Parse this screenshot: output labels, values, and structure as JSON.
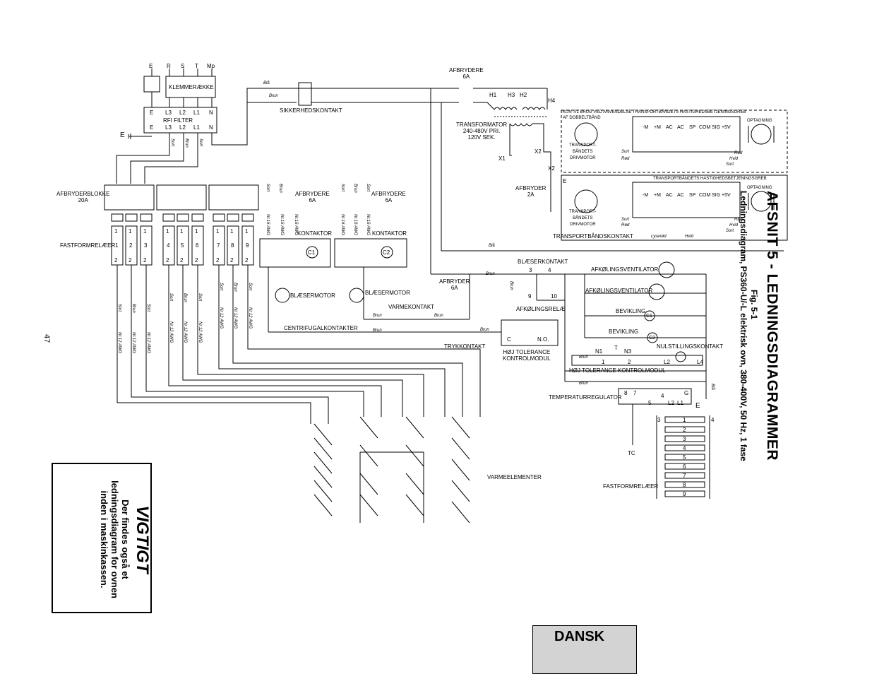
{
  "page": {
    "number": "47"
  },
  "title": {
    "heading": "AFSNIT 5 - LEDNINGSDIAGRAMMER",
    "fig": "Fig. 5-1",
    "caption": "Ledningsdiagram, PS360-U/-L elektrisk ovn, 380-400V, 50 Hz, 1 fase"
  },
  "important": {
    "heading": "VIGTIGT",
    "body": "Der findes også et ledningsdiagram for ovnen inden i maskinkassen."
  },
  "language_tab": "DANSK",
  "labels": {
    "terminals": [
      "E",
      "R",
      "S",
      "T",
      "Mp"
    ],
    "klemmeraekke": "KLEMMERÆKKE",
    "rfi_filter": "RFI FILTER",
    "rfi_top": [
      "E",
      "L3",
      "L2",
      "L1",
      "N"
    ],
    "rfi_bottom": [
      "E",
      "L3",
      "L2",
      "L1",
      "N"
    ],
    "ground_e": "E",
    "sikkerhedskontakt": "SIKKERHEDSKONTAKT",
    "afbrydere_6a_top": "AFBRYDERE\n6A",
    "h1": "H1",
    "h3": "H3",
    "h2": "H2",
    "h4": "H4",
    "transformator": "TRANSFORMATOR\n240-480V PRI.\n120V SEK.",
    "x1": "X1",
    "x2": "X2",
    "x2b": "X2",
    "e_tr": "E",
    "afbryder_2a": "AFBRYDER\n2A",
    "afbryderblokke": "AFBRYDERBLOKKE\n20A",
    "afbrydere_6a_left": "AFBRYDERE\n6A",
    "afbrydere_6a_right": "AFBRYDERE\n6A",
    "fastformrelaer": "FASTFORMRELÆER",
    "kontaktor_left": "KONTAKTOR",
    "kontaktor_right": "KONTAKTOR",
    "c1": "C1",
    "c2": "C2",
    "blaesermotor_left": "BLÆSERMOTOR",
    "blaesermotor_right": "BLÆSERMOTOR",
    "varmekontakt": "VARMEKONTAKT",
    "centrifugal": "CENTRIFUGALKONTAKTER",
    "afbryder_6a_mid": "AFBRYDER\n6A",
    "trykkontakt": "TRYKKONTAKT",
    "blaeserkontakt": "BLÆSERKONTAKT",
    "bk_3": "3",
    "bk_4": "4",
    "bk_9": "9",
    "bk_10": "10",
    "afkoelingsrelae": "AFKØLINGSRELÆ",
    "afkoelingsventilator_1": "AFKØLINGSVENTILATOR",
    "afkoelingsventilator_2": "AFKØLINGSVENTILATOR",
    "bevikling_1": "BEVIKLING",
    "bevikling_2": "BEVIKLING",
    "c1b": "C1",
    "c2b": "C2",
    "hoej_tolerance_modul": "HØJ TOLERANCE\nKONTROLMODUL",
    "mod_c": "C",
    "mod_no": "N.O.",
    "n1": "N1",
    "t": "T",
    "n3": "N3",
    "nulstillingskontakt": "NULSTILLINGSKONTAKT",
    "ht_1": "1",
    "ht_2": "2",
    "ht_l2": "L2",
    "ht_l4": "L4",
    "hoej_tolerance_kontrolmodul": "HØJ TOLERANCE KONTROLMODUL",
    "temperaturregulator": "TEMPERATURREGULATOR",
    "tr_8": "8",
    "tr_7": "7",
    "tr_5": "5",
    "tr_4": "4",
    "tr_l2": "L2",
    "tr_l1": "L1",
    "tr_g": "G",
    "tr_e": "E",
    "tc": "TC",
    "varmeelementer": "VARMEELEMENTER",
    "fastformrelaer_right": "FASTFORMRELÆER",
    "conv_top_header": "KUN TIL BRUG VED ANVENDELSE  TRANSPORTBÅNDETS HASTIGHEDSBETJENINGSGREB",
    "conv_top_header2": "AF DOBBELTBÅND",
    "conv_bottom_header": "TRANSPORTBÅNDETS HASTIGHEDSBETJENINGSGREB",
    "drivmotor": "TRANSPORT-\nBÅNDETS\nDRIVMOTOR",
    "optagning": "OPTAGNING",
    "ctrl_terms": [
      "-M",
      "+M",
      "AC",
      "AC",
      "SP",
      "COM",
      "SIG",
      "+5V"
    ],
    "transportbaandskontakt": "TRANSPORTBÅNDSKONTAKT",
    "relay_numbers": [
      "1",
      "2",
      "3",
      "4",
      "5",
      "6",
      "7",
      "8",
      "9"
    ],
    "relay_pin1": "1",
    "relay_pin2": "2"
  },
  "wire_colors": {
    "blaa": "Blå",
    "brun": "Brun",
    "sort": "Sort",
    "roed": "Rød",
    "hvid": "Hvid",
    "lysroed": "Lyserød",
    "awg16": "Nr.16 AWG",
    "awg12": "Nr.12 AWG"
  },
  "tc_terminals": [
    "3",
    "4"
  ]
}
